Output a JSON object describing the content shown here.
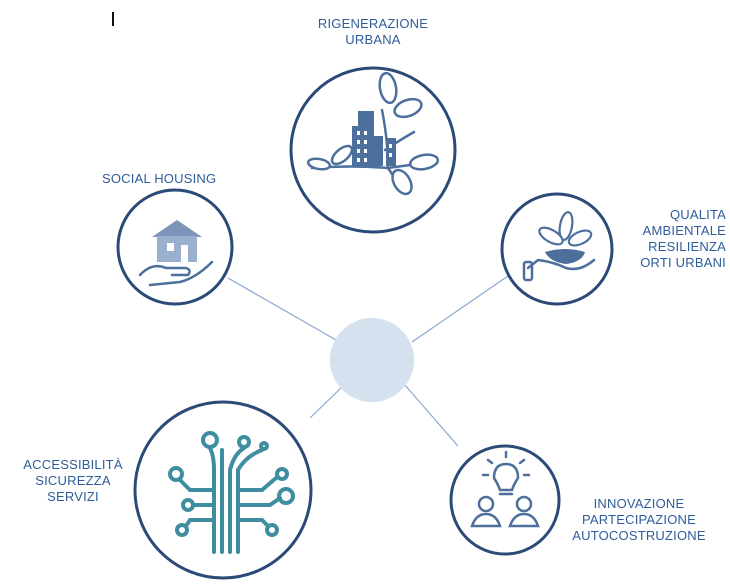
{
  "nodes": {
    "top": {
      "label_lines": [
        "RIGENERAZIONE",
        "URBANA"
      ],
      "icon": "urban-regeneration-icon"
    },
    "left": {
      "label_lines": [
        "SOCIAL HOUSING"
      ],
      "icon": "house-in-hand-icon"
    },
    "right": {
      "label_lines": [
        "QUALITA",
        "AMBIENTALE",
        "RESILIENZA",
        "ORTI URBANI"
      ],
      "icon": "plant-in-hand-icon"
    },
    "bottom_left": {
      "label_lines": [
        "ACCESSIBILITÀ",
        "SICUREZZA",
        "SERVIZI"
      ],
      "icon": "circuit-tree-icon"
    },
    "bottom_right": {
      "label_lines": [
        "INNOVAZIONE",
        "PARTECIPAZIONE",
        "AUTOCOSTRUZIONE"
      ],
      "icon": "people-idea-icon"
    }
  },
  "colors": {
    "ring": "#2c4a78",
    "connector": "#8aa8cf",
    "center_fill": "#d5e1ef",
    "label_blue": "#2f5d9b",
    "icon_blue": "#4d6f9c",
    "icon_teal": "#3e8da0"
  }
}
